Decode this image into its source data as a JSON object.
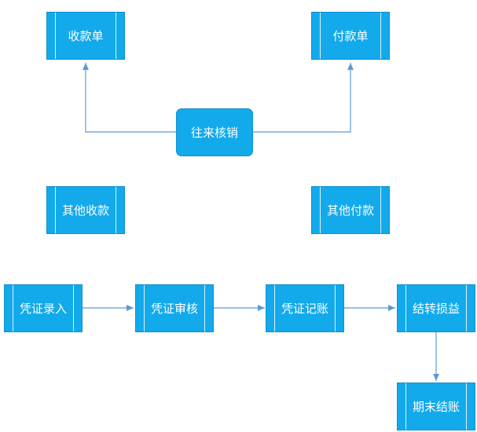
{
  "colors": {
    "node_fill": "#12aaeb",
    "node_border": "#0e8fd0",
    "node_text": "#ffffff",
    "edge": "#5b9bd5"
  },
  "nodes": {
    "receipt_doc": "收款单",
    "payment_doc": "付款单",
    "ar_ap_writeoff": "往来核销",
    "other_receipt": "其他收款",
    "other_payment": "其他付款",
    "voucher_entry": "凭证录入",
    "voucher_review": "凭证审核",
    "voucher_posting": "凭证记账",
    "carry_forward_pl": "结转损益",
    "period_end_close": "期末结账"
  }
}
